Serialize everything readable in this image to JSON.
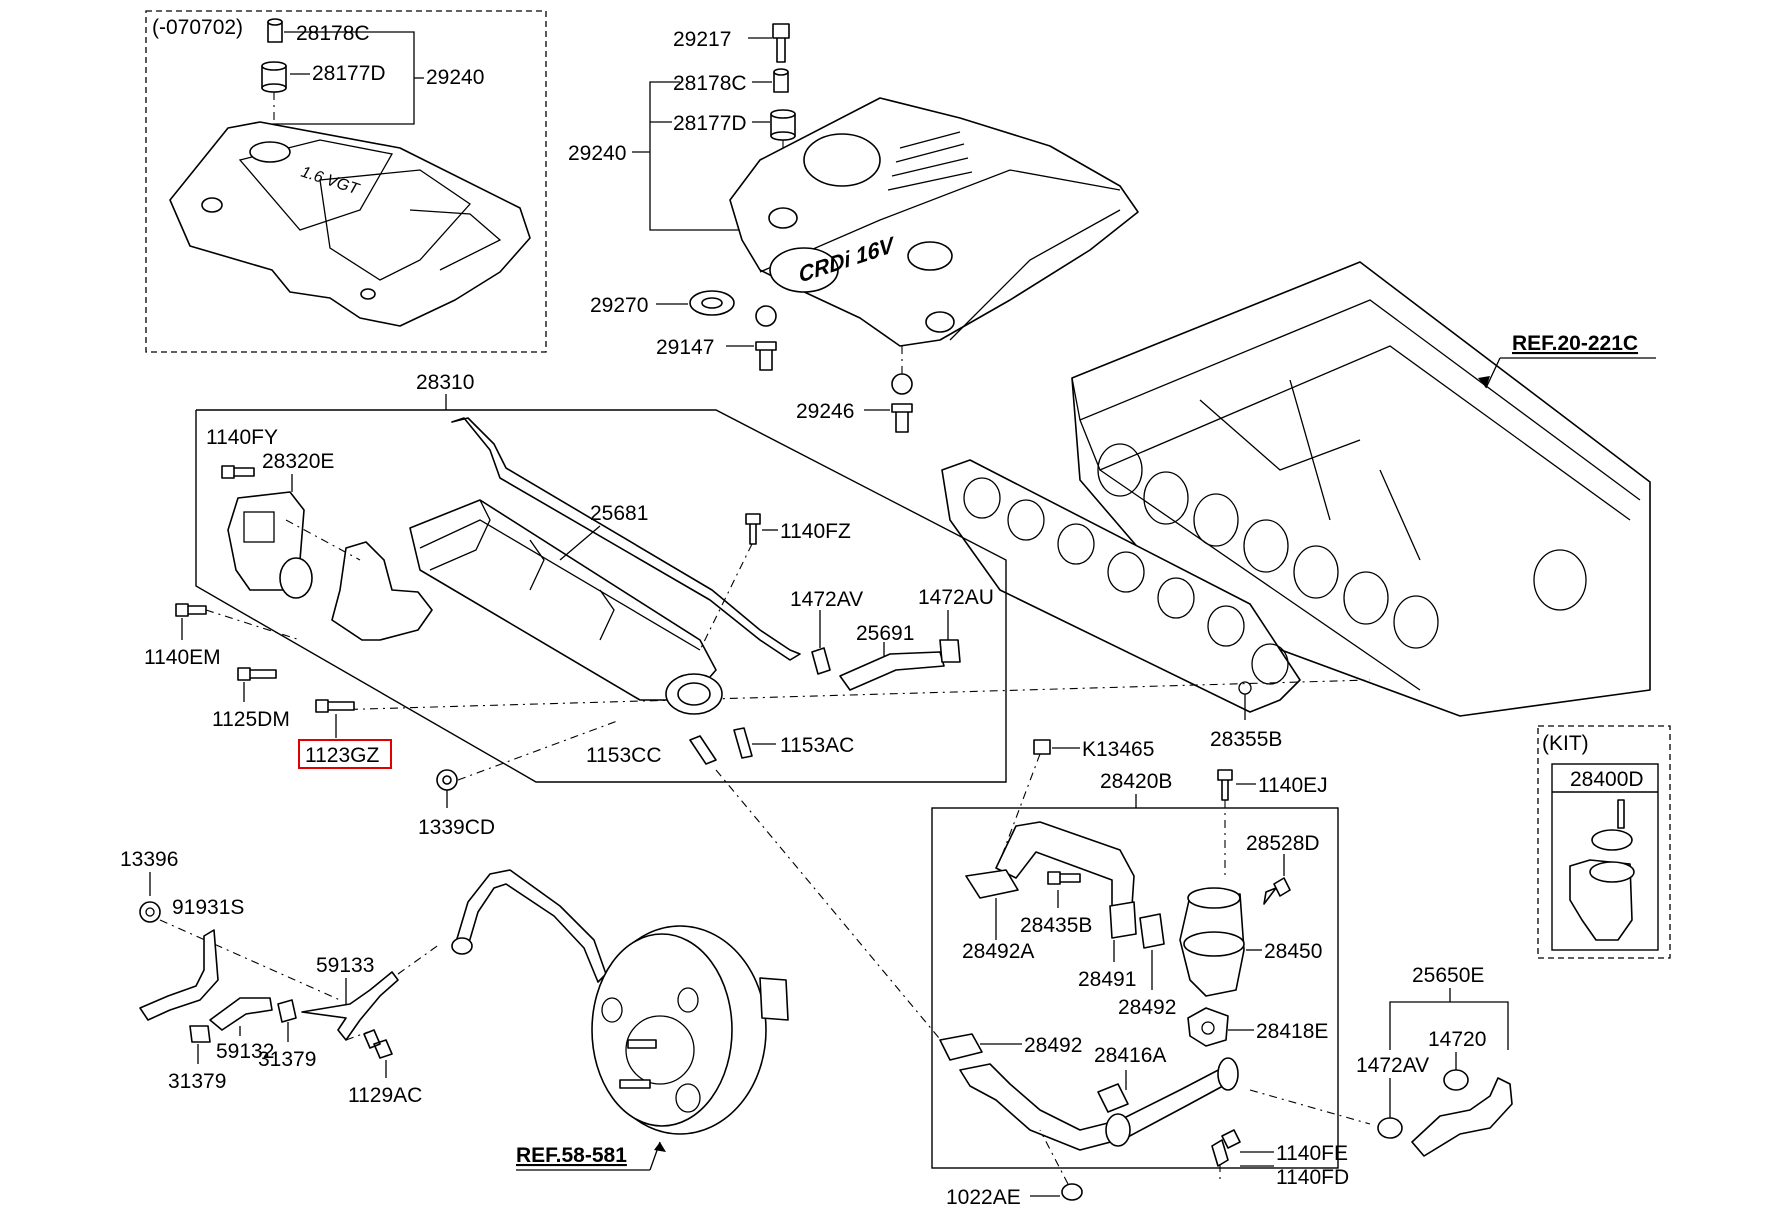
{
  "callouts": {
    "c_070702": "(-070702)",
    "c_28178C_a": "28178C",
    "c_28177D_a": "28177D",
    "c_29240_a": "29240",
    "c_29217": "29217",
    "c_28178C_b": "28178C",
    "c_28177D_b": "28177D",
    "c_29240_b": "29240",
    "c_29270": "29270",
    "c_29147": "29147",
    "c_29246": "29246",
    "c_28310": "28310",
    "c_1140FY": "1140FY",
    "c_28320E": "28320E",
    "c_25681": "25681",
    "c_1140FZ": "1140FZ",
    "c_1472AV_a": "1472AV",
    "c_1472AU": "1472AU",
    "c_25691": "25691",
    "c_1140EM": "1140EM",
    "c_1125DM": "1125DM",
    "c_1123GZ": "1123GZ",
    "c_1153CC": "1153CC",
    "c_1153AC": "1153AC",
    "c_1339CD": "1339CD",
    "c_28355B": "28355B",
    "c_ref20221C": "REF.20-221C",
    "c_kit": "(KIT)",
    "c_28400D": "28400D",
    "c_K13465": "K13465",
    "c_28420B": "28420B",
    "c_1140EJ": "1140EJ",
    "c_28528D": "28528D",
    "c_28435B": "28435B",
    "c_28492A": "28492A",
    "c_28491": "28491",
    "c_28450": "28450",
    "c_28492_a": "28492",
    "c_28418E": "28418E",
    "c_28492_b": "28492",
    "c_28416A": "28416A",
    "c_1140FE": "1140FE",
    "c_1140FD": "1140FD",
    "c_1022AE": "1022AE",
    "c_25650E": "25650E",
    "c_14720": "14720",
    "c_1472AV_b": "1472AV",
    "c_13396": "13396",
    "c_91931S": "91931S",
    "c_59133": "59133",
    "c_59132": "59132",
    "c_31379_a": "31379",
    "c_31379_b": "31379",
    "c_1129AC": "1129AC",
    "c_ref58581": "REF.58-581"
  },
  "cover_text": {
    "left_cover": "1.6 VGT",
    "right_cover": "CRDi 16V"
  },
  "highlight_color": "#e00000"
}
